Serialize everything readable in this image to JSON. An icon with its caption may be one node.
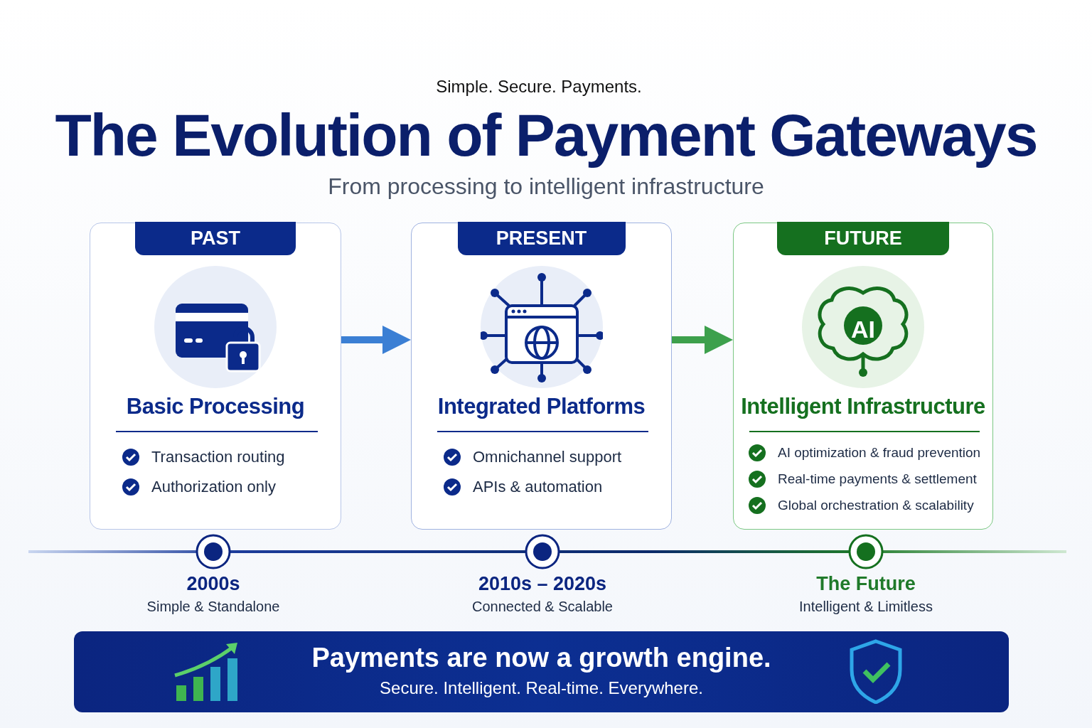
{
  "diagram": {
    "title": "The Evolution of Payment Gateways",
    "nodes": [
      {
        "text": [
          "PAST",
          "Basic Processing",
          "Transaction routing",
          "Authorization only"
        ]
      },
      {
        "text": [
          "PRESENT",
          "Integrated Platforms",
          "Omnichannel support",
          "APIs & automation"
        ]
      },
      {
        "text": [
          "FUTURE",
          "Intelligent Infrastructure",
          "AI optimization & fraud prevention",
          "Real-time payments & settlement",
          "Global orchestration & scalability"
        ]
      },
      {
        "text": [
          "Payments are now a growth engine.",
          "Secure. Intelligent. Real-time. Everywhere."
        ]
      }
    ],
    "edges": [
      {
        "from": 0,
        "to": 1,
        "arrow": "to",
        "color": "#3b7fd4"
      },
      {
        "from": 1,
        "to": 2,
        "arrow": "to",
        "color": "#3da04c"
      }
    ],
    "labels": [
      "Simple. Secure. Payments.",
      "From processing to intelligent infrastructure",
      "AI",
      "2000s",
      "Simple & Standalone",
      "2010s – 2020s",
      "Connected & Scalable",
      "The Future",
      "Intelligent & Limitless"
    ]
  }
}
